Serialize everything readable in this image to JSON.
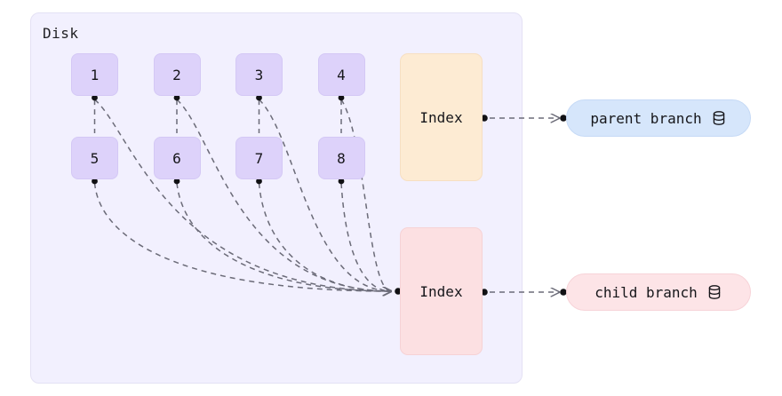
{
  "diagram": {
    "type": "branching-storage-diagram",
    "container": {
      "label": "Disk",
      "background": "#F2F0FE",
      "border": "#E4E1F4"
    },
    "pages": [
      {
        "label": "1",
        "row": "top",
        "col": 1
      },
      {
        "label": "2",
        "row": "top",
        "col": 2
      },
      {
        "label": "3",
        "row": "top",
        "col": 3
      },
      {
        "label": "4",
        "row": "top",
        "col": 4
      },
      {
        "label": "5",
        "row": "bottom",
        "col": 1
      },
      {
        "label": "6",
        "row": "bottom",
        "col": 2
      },
      {
        "label": "7",
        "row": "bottom",
        "col": 3
      },
      {
        "label": "8",
        "row": "bottom",
        "col": 4
      }
    ],
    "page_fill": "#DDD2FA",
    "indexes": [
      {
        "label": "Index",
        "variant": "parent",
        "fill": "#FDEBD3"
      },
      {
        "label": "Index",
        "variant": "child",
        "fill": "#FCE0E2"
      }
    ],
    "branches": [
      {
        "label": "parent branch",
        "icon": "database-icon",
        "fill": "#D6E6FB"
      },
      {
        "label": "child branch",
        "icon": "database-icon",
        "fill": "#FDE4E7"
      }
    ],
    "edges": {
      "style": "dashed",
      "color": "#6b6b78",
      "endpoint_dot_color": "#111114",
      "from_top_pages_to_bottom_pages": [
        {
          "from": "1",
          "to": "5"
        },
        {
          "from": "2",
          "to": "6"
        },
        {
          "from": "3",
          "to": "7"
        },
        {
          "from": "4",
          "to": "8"
        }
      ],
      "from_pages_to_child_index": [
        "1",
        "2",
        "3",
        "4",
        "5",
        "6",
        "7",
        "8"
      ],
      "from_parent_index_to_parent_branch": true,
      "from_child_index_to_child_branch": true
    }
  }
}
